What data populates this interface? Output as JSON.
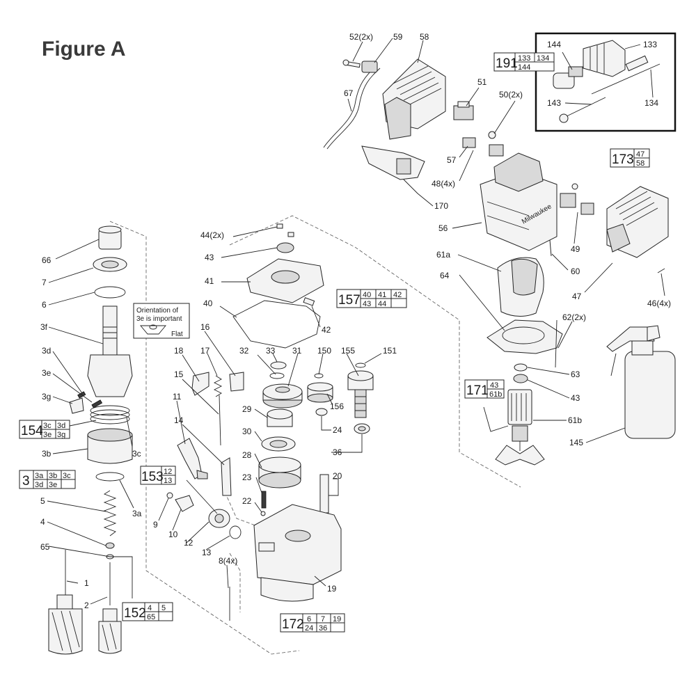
{
  "figure_title": "Figure A",
  "note": {
    "line1": "Orientation of",
    "line2": "3e is important",
    "flat": "Flat"
  },
  "labels": {
    "p52": "52(2x)",
    "p59": "59",
    "p58": "58",
    "p67": "67",
    "p51": "51",
    "p50": "50(2x)",
    "p57": "57",
    "p48": "48(4x)",
    "p170": "170",
    "p56": "56",
    "p49": "49",
    "p60": "60",
    "p47": "47",
    "p46": "46(4x)",
    "p61a": "61a",
    "p64": "64",
    "p62": "62(2x)",
    "p63": "63",
    "p43b": "43",
    "p61b": "61b",
    "p145": "145",
    "p144": "144",
    "p133": "133",
    "p143": "143",
    "p134": "134",
    "p44": "44(2x)",
    "p43": "43",
    "p41": "41",
    "p40": "40",
    "p42": "42",
    "p66": "66",
    "p7": "7",
    "p6": "6",
    "p3f": "3f",
    "p3d": "3d",
    "p3e": "3e",
    "p3g": "3g",
    "p3b": "3b",
    "p3c": "3c",
    "p3a": "3a",
    "p5": "5",
    "p4": "4",
    "p65": "65",
    "p1": "1",
    "p2": "2",
    "p16": "16",
    "p18": "18",
    "p17": "17",
    "p15": "15",
    "p11": "11",
    "p14": "14",
    "p32": "32",
    "p33": "33",
    "p31": "31",
    "p29": "29",
    "p30": "30",
    "p28": "28",
    "p150": "150",
    "p155": "155",
    "p151": "151",
    "p156": "156",
    "p24": "24",
    "p36": "36",
    "p23": "23",
    "p22": "22",
    "p20": "20",
    "p9": "9",
    "p10": "10",
    "p12": "12",
    "p13": "13",
    "p8": "8(4x)",
    "p19": "19"
  },
  "kits": {
    "k191": {
      "num": "191",
      "c": [
        "133",
        "134",
        "144"
      ]
    },
    "k173": {
      "num": "173",
      "c": [
        "47",
        "58"
      ]
    },
    "k157": {
      "num": "157",
      "c": [
        "40",
        "41",
        "42",
        "43",
        "44"
      ]
    },
    "k171": {
      "num": "171",
      "c": [
        "43",
        "61b"
      ]
    },
    "k154": {
      "num": "154",
      "c": [
        "3c",
        "3d",
        "3e",
        "3g"
      ]
    },
    "k3": {
      "num": "3",
      "c": [
        "3a",
        "3b",
        "3c",
        "3d",
        "3e"
      ]
    },
    "k153": {
      "num": "153",
      "c": [
        "12",
        "13"
      ]
    },
    "k152": {
      "num": "152",
      "c": [
        "4",
        "5",
        "65"
      ]
    },
    "k172": {
      "num": "172",
      "c": [
        "6",
        "7",
        "19",
        "24",
        "36"
      ]
    }
  }
}
